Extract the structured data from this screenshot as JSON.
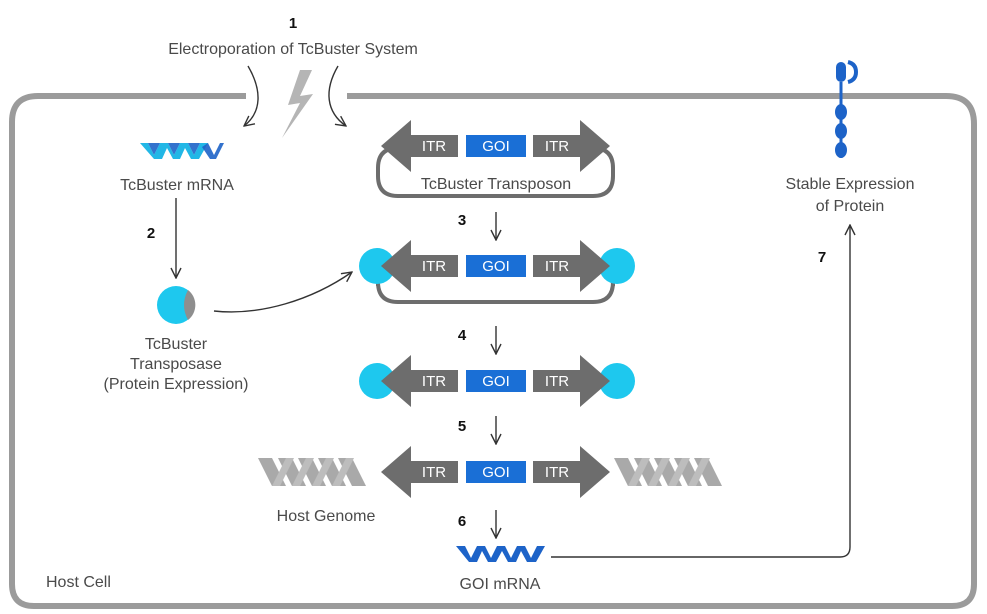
{
  "title": "Electroporation of TcBuster System",
  "steps": [
    "1",
    "2",
    "3",
    "4",
    "5",
    "6",
    "7"
  ],
  "labels": {
    "mrna": "TcBuster mRNA",
    "transposon": "TcBuster Transposon",
    "transposase_line1": "TcBuster",
    "transposase_line2": "Transposase",
    "transposase_line3": "(Protein Expression)",
    "host_genome": "Host Genome",
    "goi_mrna": "GOI mRNA",
    "host_cell": "Host Cell",
    "stable_line1": "Stable Expression",
    "stable_line2": "of Protein"
  },
  "segments": {
    "itr": "ITR",
    "goi": "GOI"
  },
  "colors": {
    "cell_border": "#9b9b9b",
    "construct_gray": "#6d6d6d",
    "goi_blue": "#1a6fd6",
    "transposase_cyan": "#1ec8ee",
    "mrna_cyan": "#22b7e6",
    "mrna_dark": "#1d63c8",
    "genome_gray": "#a9a9a9",
    "lightning": "#b5b5b5",
    "arrow": "#333333"
  },
  "icons": [
    "lightning-bolt-icon",
    "mrna-helix-icon",
    "transposase-icon",
    "membrane-protein-icon",
    "genome-helix-icon"
  ]
}
